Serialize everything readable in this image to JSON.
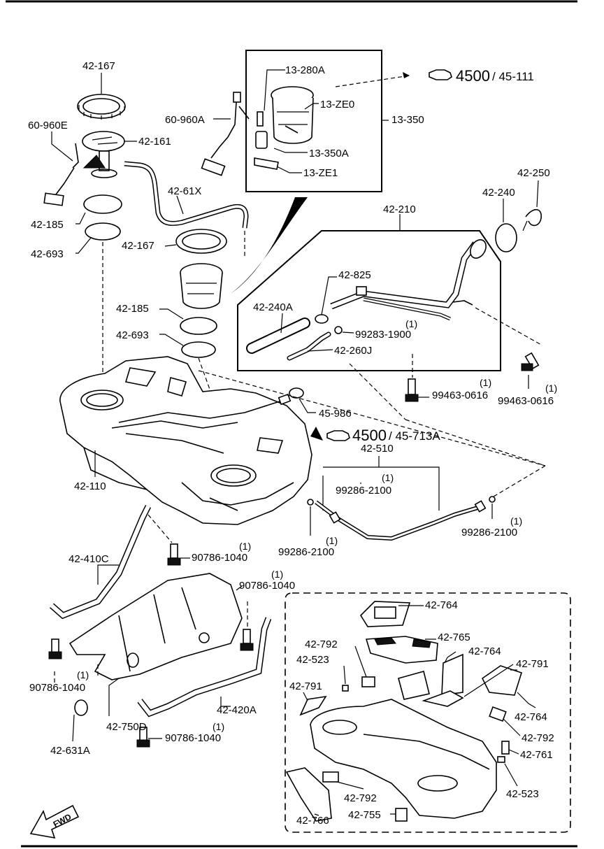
{
  "labels": {
    "p42_167_top": "42-167",
    "p60_960E": "60-960E",
    "p42_161": "42-161",
    "p60_960A": "60-960A",
    "p13_280A": "13-280A",
    "p13_ZE0": "13-ZE0",
    "p13_350": "13-350",
    "p13_350A": "13-350A",
    "p13_ZE1": "13-ZE1",
    "p42_61X": "42-61X",
    "p42_185_top": "42-185",
    "p42_693_top": "42-693",
    "p42_167_mid": "42-167",
    "p42_250": "42-250",
    "p42_240": "42-240",
    "p42_210": "42-210",
    "p42_825": "42-825",
    "p42_240A": "42-240A",
    "p99283_1900": "99283-1900",
    "p42_260J": "42-260J",
    "p42_185_mid": "42-185",
    "p42_693_mid": "42-693",
    "p99463_0616_a": "99463-0616",
    "p99463_0616_b": "99463-0616",
    "p45_986": "45-986",
    "p42_510": "42-510",
    "p99286_2100_a": "99286-2100",
    "p42_110": "42-110",
    "p99286_2100_b": "99286-2100",
    "p99286_2100_c": "99286-2100",
    "p42_410C": "42-410C",
    "p90786_1040_a": "90786-1040",
    "p90786_1040_b": "90786-1040",
    "p90786_1040_c": "90786-1040",
    "p90786_1040_d": "90786-1040",
    "p42_750D": "42-750D",
    "p42_420A": "42-420A",
    "p42_631A": "42-631A",
    "p42_764_a": "42-764",
    "p42_765": "42-765",
    "p42_764_b": "42-764",
    "p42_792_a": "42-792",
    "p42_791_a": "42-791",
    "p42_523_a": "42-523",
    "p42_791_b": "42-791",
    "p42_764_c": "42-764",
    "p42_792_b": "42-792",
    "p42_761": "42-761",
    "p42_523_b": "42-523",
    "p42_792_c": "42-792",
    "p42_766": "42-766",
    "p42_755": "42-755"
  },
  "quantities": {
    "q99283_1900": "(1)",
    "q99463_0616_a": "(1)",
    "q99463_0616_b": "(1)",
    "q99286_2100_a": "(1)",
    "q99286_2100_b": "(1)",
    "q99286_2100_c": "(1)",
    "q90786_1040_a": "(1)",
    "q90786_1040_b": "(1)",
    "q90786_1040_c": "(1)",
    "q90786_1040_d": "(1)"
  },
  "references": {
    "ref1_main": "4500",
    "ref1_sub": "/ 45-111",
    "ref2_main": "4500",
    "ref2_sub": "/ 45-713A"
  },
  "direction": {
    "fwd": "FWD"
  }
}
